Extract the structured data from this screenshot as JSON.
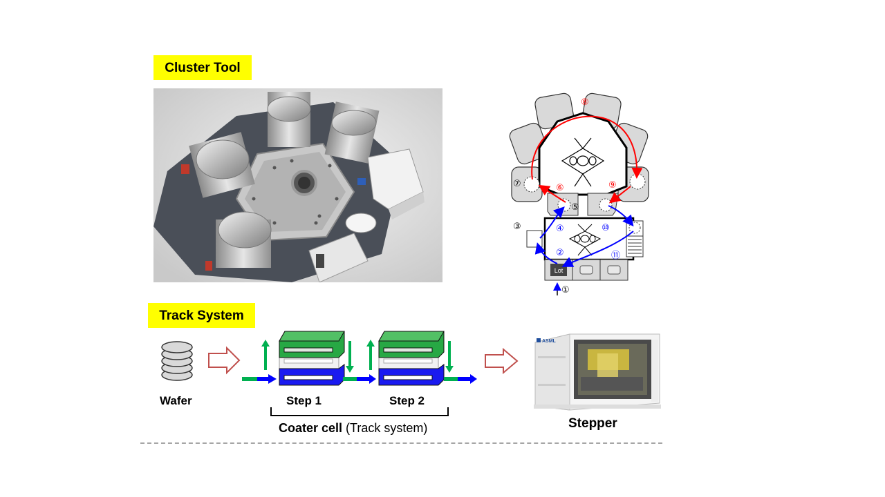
{
  "sections": {
    "cluster_tool": {
      "title": "Cluster Tool"
    },
    "track_system": {
      "title": "Track System"
    }
  },
  "cluster_diagram": {
    "lot_label": "Lot",
    "steps": [
      "①",
      "②",
      "③",
      "④",
      "⑤",
      "⑥",
      "⑦",
      "⑧",
      "⑨",
      "⑩",
      "⑪"
    ],
    "colors": {
      "load_path": "#0000ff",
      "process_path": "#ff0000"
    }
  },
  "track": {
    "wafer_label": "Wafer",
    "step1_label": "Step 1",
    "step2_label": "Step 2",
    "coater_label_bold": "Coater cell",
    "coater_label_normal": " (Track system)",
    "stepper_label": "Stepper",
    "brand": "ASML",
    "colors": {
      "green": "#27a844",
      "blue": "#1a1af0",
      "arrow_green": "#00b050",
      "arrow_blue": "#0000ff",
      "outline_arrow": "#c0504d",
      "highlight": "#ffff00"
    }
  }
}
